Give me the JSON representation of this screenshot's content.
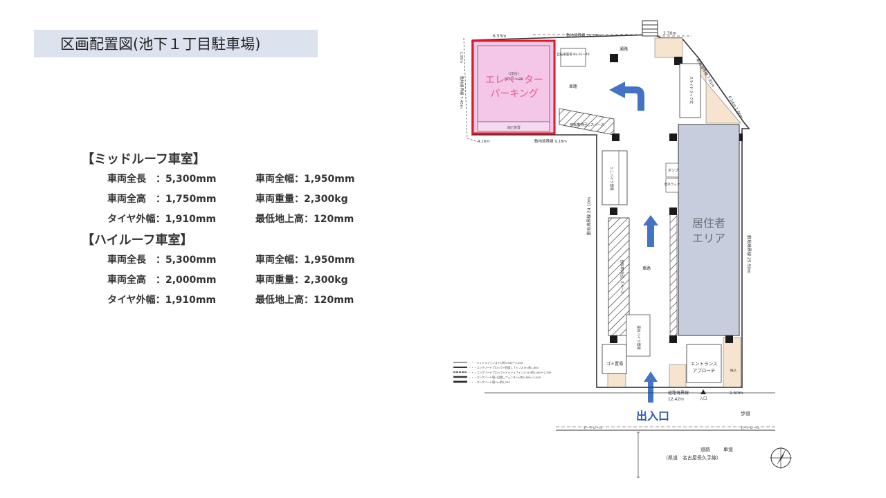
{
  "title": "区画配置図(池下１丁目駐車場)",
  "specs": {
    "mid_roof": {
      "heading": "【ミッドルーフ車室】",
      "rows": [
        [
          "車両全長　：5,300mm",
          "車両全幅：1,950mm"
        ],
        [
          "車両全高　：1,750mm",
          "車両重量：2,300kg"
        ],
        [
          "タイヤ外幅：1,910mm",
          "最低地上高：120mm"
        ]
      ]
    },
    "high_roof": {
      "heading": "【ハイルーフ車室】",
      "rows": [
        [
          "車両全長　：5,300mm",
          "車両全幅：1,950mm"
        ],
        [
          "車両全高　：2,000mm",
          "車両重量：2,300kg"
        ],
        [
          "タイヤ外幅：1,910mm",
          "最低地上高：120mm"
        ]
      ]
    }
  },
  "plan": {
    "elevator_parking_line1": "エレベーター",
    "elevator_parking_line2": "パーキング",
    "elevator_small_1": "(28台)",
    "elevator_small_2": "NO.01～28",
    "elevator_bottom_label": "油圧装置",
    "resident_area_line1": "居住者",
    "resident_area_line2": "エリア",
    "entrance_exit": "出入口",
    "dims": {
      "d_653": "6.53m",
      "d_195": "1.95m",
      "d_745": "敷地境界線 7.45m",
      "d_416": "4.16m",
      "d_918": "敷地境界線 9.18m",
      "d_1029": "敷地境界線 10.29m",
      "d_230": "2.30m",
      "d_781": "敷地境界線 7.81m",
      "d_054": "0.54m 1.86m",
      "d_2410": "敷地境界線 24.10m",
      "d_2550": "敷地境界線 25.50m",
      "d_1242": "12.42m",
      "d_150": "1.50m",
      "road_boundary": "道路境界線"
    },
    "labels": {
      "passage_top": "通路",
      "roadway_top": "車路",
      "roadway_mid": "車路",
      "bike_space": "自転車持回しスペース",
      "bike_space2": "自転車持回しスペース",
      "motorbike": "ミニバイク置場",
      "indoor_bike": "屋内バイク置場",
      "garbage": "ゴミ置場",
      "entrance": "エントランス",
      "approach": "アプローチ",
      "slide_rack": "スライドラック式",
      "planting": "植込",
      "pump": "ポンプ",
      "indoor_rack": "屋外ラック",
      "sidewalk": "歩道",
      "road": "道路",
      "roadway_bottom": "車道",
      "prefectural_road": "（県道　名古屋長久手線）",
      "guardrail_left": "ガードレール",
      "guardrail_right": "ガードレール",
      "entrance_mark": "入口",
      "bike_numbers": "自転車置場 No.01～40"
    },
    "legend": [
      "・・・メッシュフェンス H=約1,000～2,200",
      "・・・コンクリートブロック+目隠しフェンス H=約1,800",
      "・・・コンクリートブロック+メッシュフェンス H=約2,000～2,200",
      "・・・コンクリート塀+目隠しフェンス H=約1,800～2,200",
      "・・・コンクリート塀 H=約1,200"
    ]
  },
  "colors": {
    "title_bg": "#dce3ef",
    "elevator_fill": "#f4c6e8",
    "elevator_border": "#e0182a",
    "resident_fill": "#c6cedd",
    "arrow": "#4472c4",
    "planting": "#f6e4cf"
  }
}
